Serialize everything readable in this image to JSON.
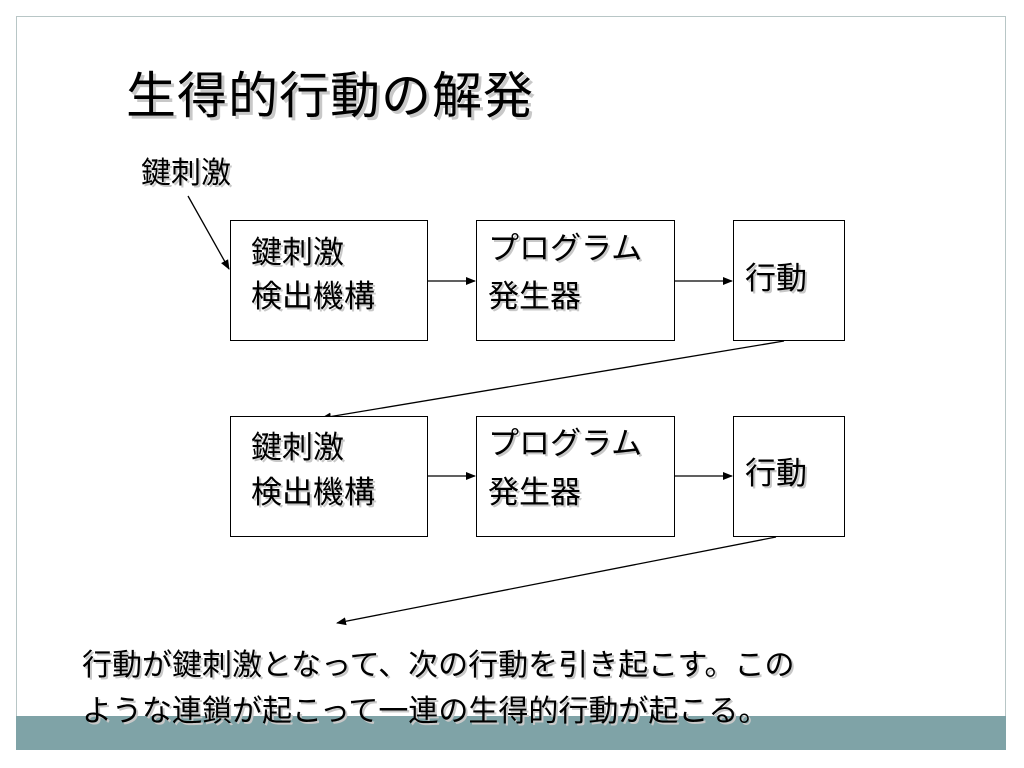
{
  "slide": {
    "title": "生得的行動の解発",
    "key_stimulus_label": "鍵刺激",
    "rows": [
      {
        "detector": {
          "line1": "鍵刺激",
          "line2": "検出機構"
        },
        "generator": {
          "line1": "プログラム",
          "line2": "発生器"
        },
        "action": "行動"
      },
      {
        "detector": {
          "line1": "鍵刺激",
          "line2": "検出機構"
        },
        "generator": {
          "line1": "プログラム",
          "line2": "発生器"
        },
        "action": "行動"
      }
    ],
    "caption": {
      "line1": "行動が鍵刺激となって、次の行動を引き起こす。この",
      "line2": "ような連鎖が起こって一連の生得的行動が起こる。"
    }
  },
  "colors": {
    "footer_band": "#7fa3a7",
    "slide_border": "#b8c6c6",
    "text_shadow": "#c8c8c8"
  }
}
